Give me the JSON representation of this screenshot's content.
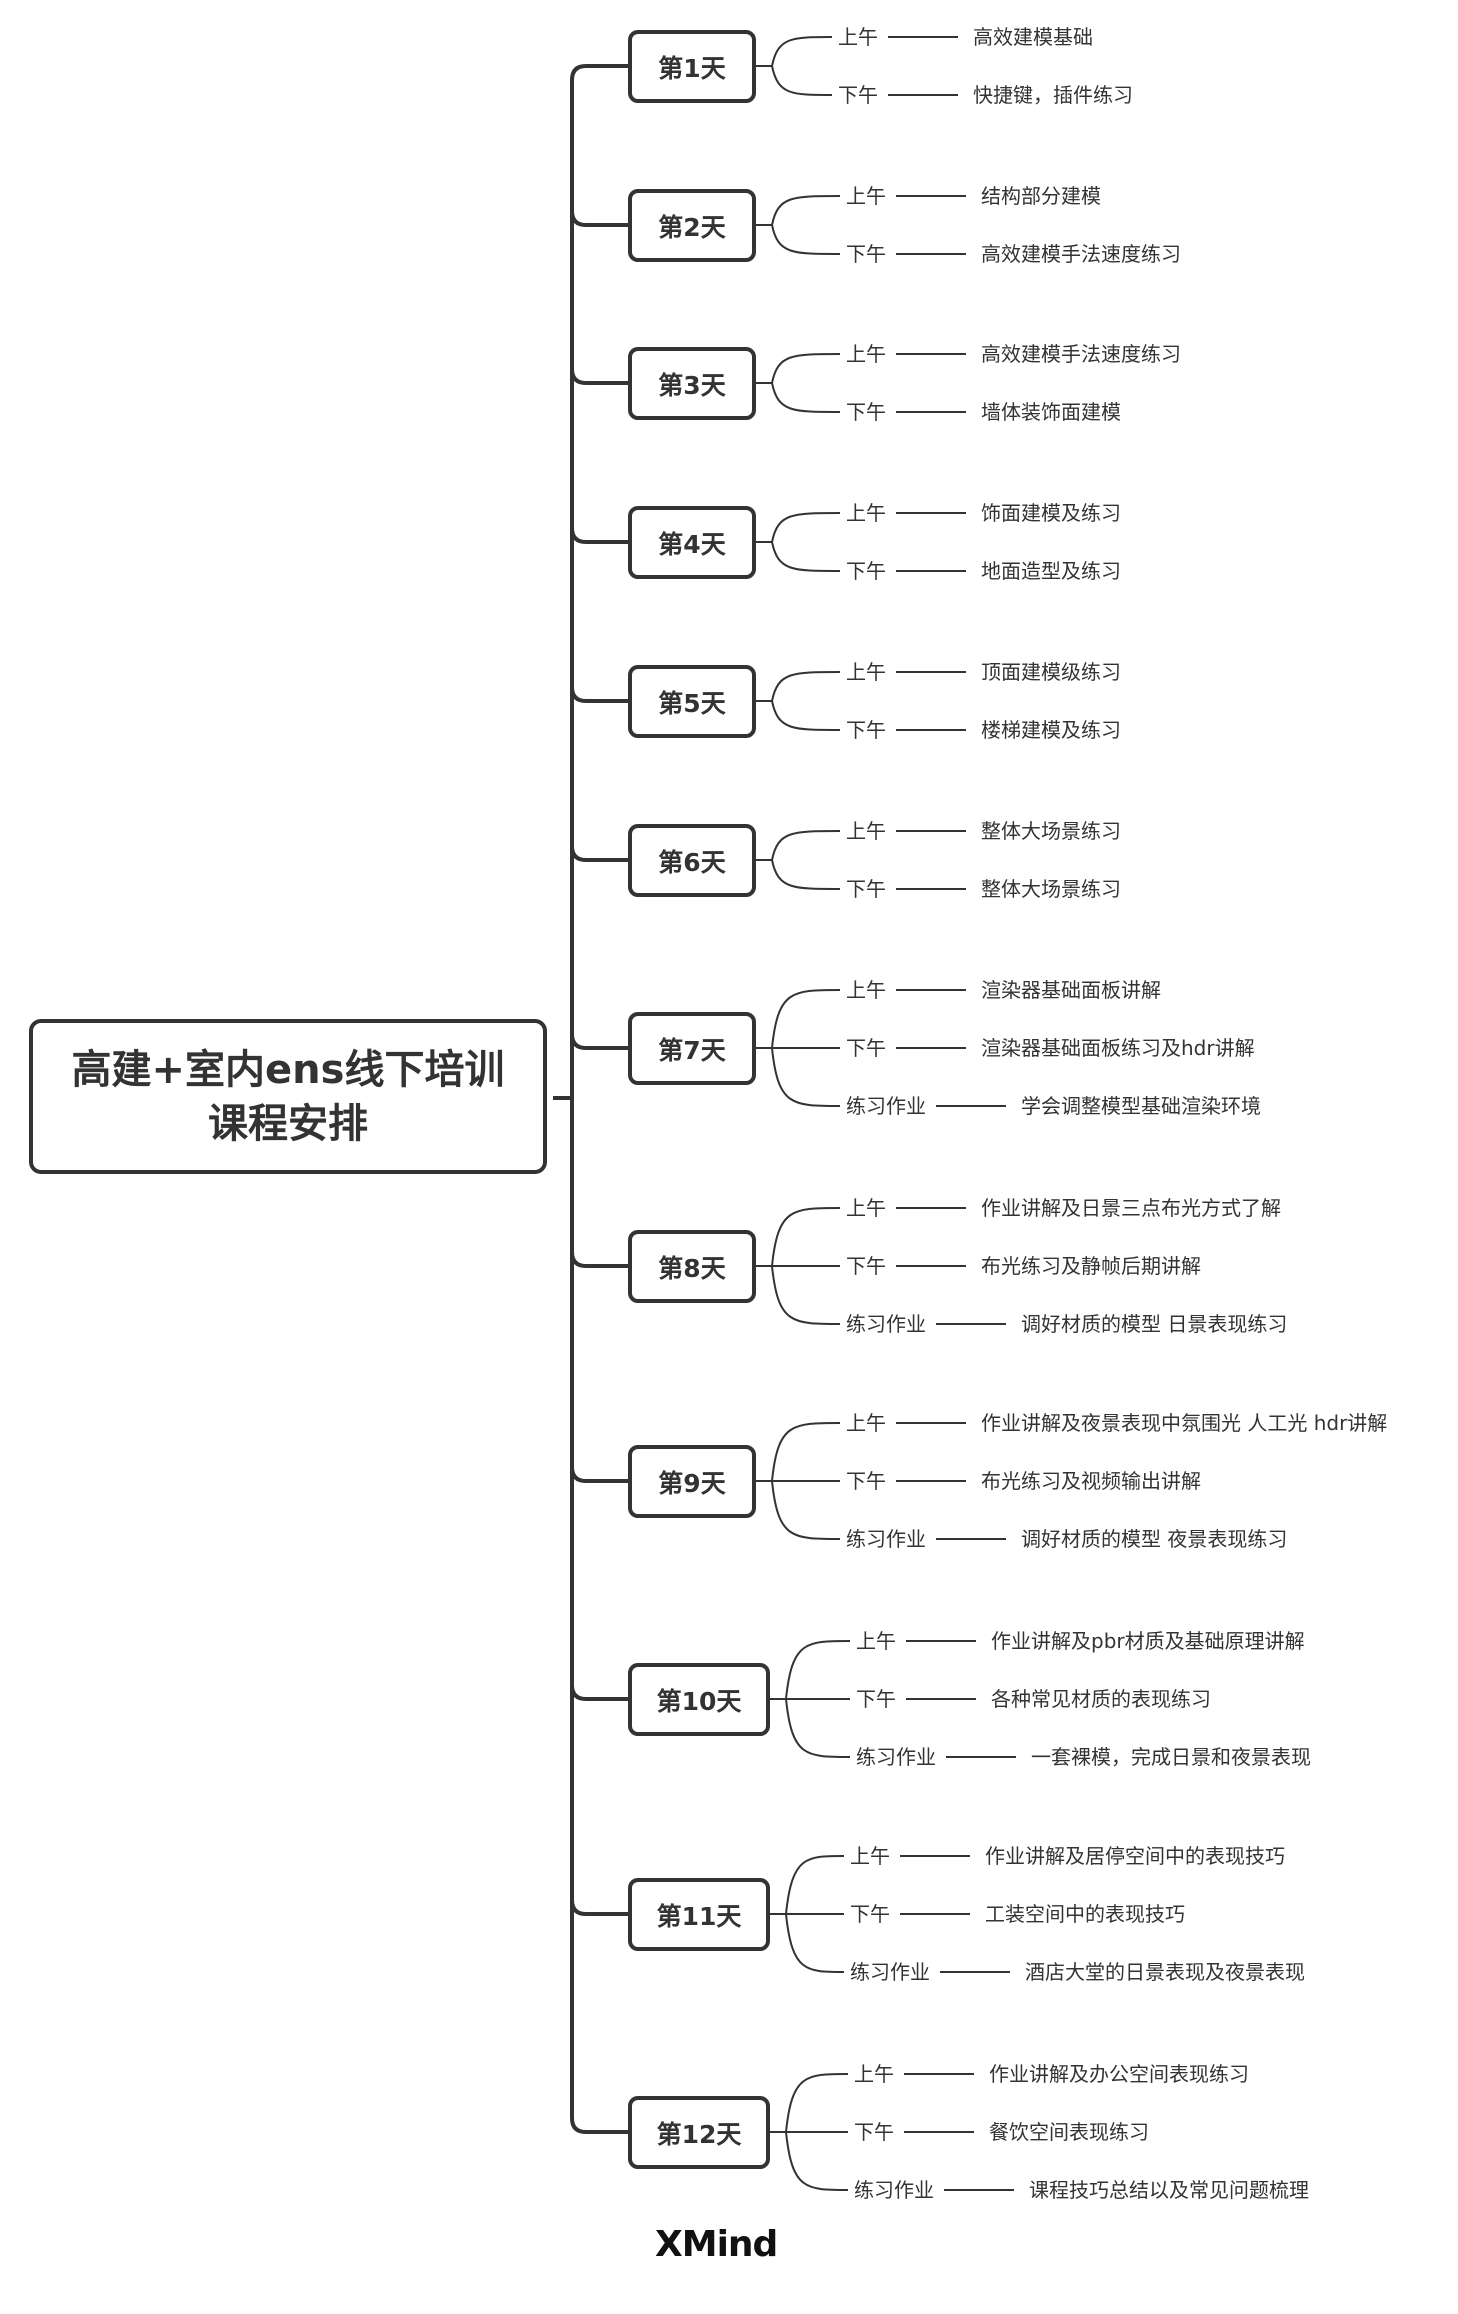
{
  "root": {
    "line1": "高建+室内ens线下培训",
    "line2": "课程安排"
  },
  "days": [
    {
      "label": "第1天",
      "sessions": [
        {
          "period": "上午",
          "content": "高效建模基础"
        },
        {
          "period": "下午",
          "content": "快捷键，插件练习"
        }
      ]
    },
    {
      "label": "第2天",
      "sessions": [
        {
          "period": "上午",
          "content": "结构部分建模"
        },
        {
          "period": "下午",
          "content": "高效建模手法速度练习"
        }
      ]
    },
    {
      "label": "第3天",
      "sessions": [
        {
          "period": "上午",
          "content": "高效建模手法速度练习"
        },
        {
          "period": "下午",
          "content": "墙体装饰面建模"
        }
      ]
    },
    {
      "label": "第4天",
      "sessions": [
        {
          "period": "上午",
          "content": "饰面建模及练习"
        },
        {
          "period": "下午",
          "content": "地面造型及练习"
        }
      ]
    },
    {
      "label": "第5天",
      "sessions": [
        {
          "period": "上午",
          "content": "顶面建模级练习"
        },
        {
          "period": "下午",
          "content": "楼梯建模及练习"
        }
      ]
    },
    {
      "label": "第6天",
      "sessions": [
        {
          "period": "上午",
          "content": "整体大场景练习"
        },
        {
          "period": "下午",
          "content": "整体大场景练习"
        }
      ]
    },
    {
      "label": "第7天",
      "sessions": [
        {
          "period": "上午",
          "content": "渲染器基础面板讲解"
        },
        {
          "period": "下午",
          "content": "渲染器基础面板练习及hdr讲解"
        },
        {
          "period": "练习作业",
          "content": "学会调整模型基础渲染环境"
        }
      ]
    },
    {
      "label": "第8天",
      "sessions": [
        {
          "period": "上午",
          "content": "作业讲解及日景三点布光方式了解"
        },
        {
          "period": "下午",
          "content": "布光练习及静帧后期讲解"
        },
        {
          "period": "练习作业",
          "content": "调好材质的模型 日景表现练习"
        }
      ]
    },
    {
      "label": "第9天",
      "sessions": [
        {
          "period": "上午",
          "content": "作业讲解及夜景表现中氛围光 人工光 hdr讲解"
        },
        {
          "period": "下午",
          "content": "布光练习及视频输出讲解"
        },
        {
          "period": "练习作业",
          "content": "调好材质的模型 夜景表现练习"
        }
      ]
    },
    {
      "label": "第10天",
      "sessions": [
        {
          "period": "上午",
          "content": "作业讲解及pbr材质及基础原理讲解"
        },
        {
          "period": "下午",
          "content": "各种常见材质的表现练习"
        },
        {
          "period": "练习作业",
          "content": "一套裸模，完成日景和夜景表现"
        }
      ]
    },
    {
      "label": "第11天",
      "sessions": [
        {
          "period": "上午",
          "content": "作业讲解及居停空间中的表现技巧"
        },
        {
          "period": "下午",
          "content": "工装空间中的表现技巧"
        },
        {
          "period": "练习作业",
          "content": "酒店大堂的日景表现及夜景表现"
        }
      ]
    },
    {
      "label": "第12天",
      "sessions": [
        {
          "period": "上午",
          "content": "作业讲解及办公空间表现练习"
        },
        {
          "period": "下午",
          "content": "餐饮空间表现练习"
        },
        {
          "period": "练习作业",
          "content": "课程技巧总结以及常见问题梳理"
        }
      ]
    }
  ],
  "watermark": "XMind",
  "colors": {
    "line": "#333333",
    "text": "#333333"
  }
}
